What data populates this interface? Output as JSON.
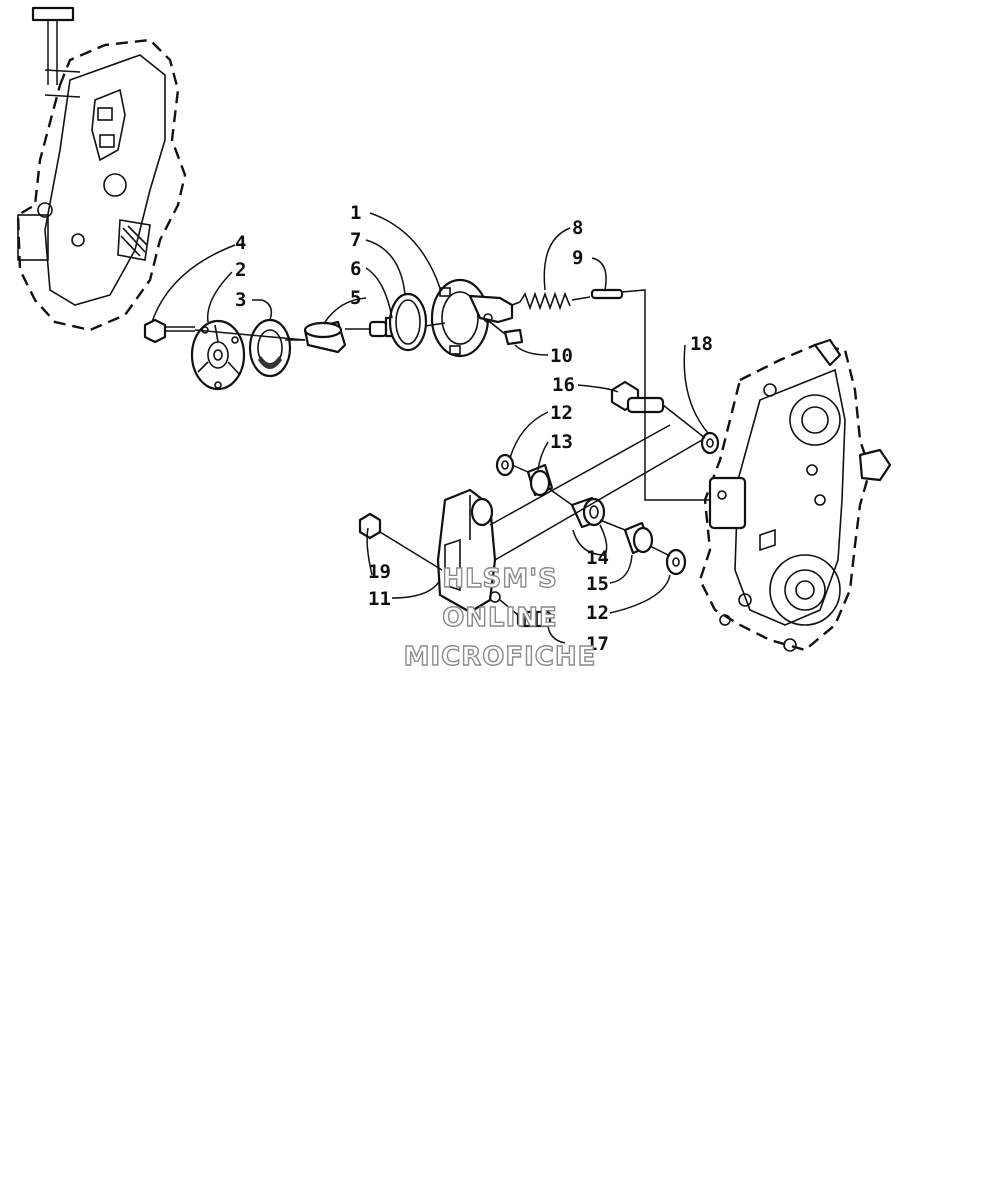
{
  "callouts": [
    {
      "id": "1",
      "label": "1"
    },
    {
      "id": "2",
      "label": "2"
    },
    {
      "id": "3",
      "label": "3"
    },
    {
      "id": "4",
      "label": "4"
    },
    {
      "id": "5",
      "label": "5"
    },
    {
      "id": "6",
      "label": "6"
    },
    {
      "id": "7",
      "label": "7"
    },
    {
      "id": "8",
      "label": "8"
    },
    {
      "id": "9",
      "label": "9"
    },
    {
      "id": "10",
      "label": "10"
    },
    {
      "id": "11",
      "label": "11"
    },
    {
      "id": "12a",
      "label": "12"
    },
    {
      "id": "12b",
      "label": "12"
    },
    {
      "id": "13",
      "label": "13"
    },
    {
      "id": "14",
      "label": "14"
    },
    {
      "id": "15",
      "label": "15"
    },
    {
      "id": "16",
      "label": "16"
    },
    {
      "id": "17",
      "label": "17"
    },
    {
      "id": "18",
      "label": "18"
    },
    {
      "id": "19",
      "label": "19"
    }
  ],
  "watermark": {
    "line1": "HLSM'S",
    "line2": "ONLINE",
    "line3": "MICROFICHE"
  },
  "colors": {
    "ink": "#111111",
    "background": "#ffffff",
    "watermark_outline": "#8a8a8a"
  }
}
